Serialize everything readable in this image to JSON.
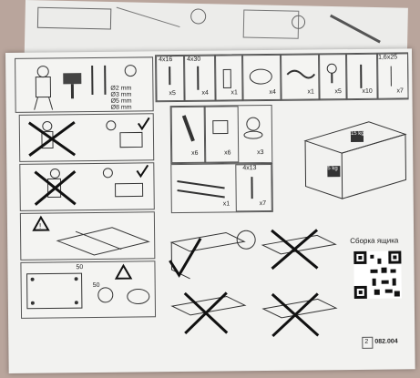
{
  "hardware_header": {
    "cols": [
      "4x16",
      "4x30",
      "",
      "",
      "",
      "",
      "",
      "1,6x25"
    ],
    "qtys": [
      "x5",
      "x4",
      "x1",
      "x4",
      "x1",
      "x5",
      "x10",
      "x7"
    ]
  },
  "extra_parts": {
    "qtys": [
      "x6",
      "x6",
      "x3"
    ],
    "screw_label": "4x13",
    "bottom_qtys": [
      "x1",
      "x7"
    ]
  },
  "weights": [
    "15 kg",
    "5 kg"
  ],
  "prep_labels": [
    "Ø2 mm",
    "Ø3 mm",
    "Ø5 mm",
    "Ø8 mm"
  ],
  "drill_dims": [
    "50",
    "50"
  ],
  "drawer_title": "Сборка ящика",
  "page_number": "2",
  "doc_code": "082.004",
  "colors": {
    "paper": "#f2f2f0",
    "table": "#b9a59c",
    "line": "#555555"
  }
}
